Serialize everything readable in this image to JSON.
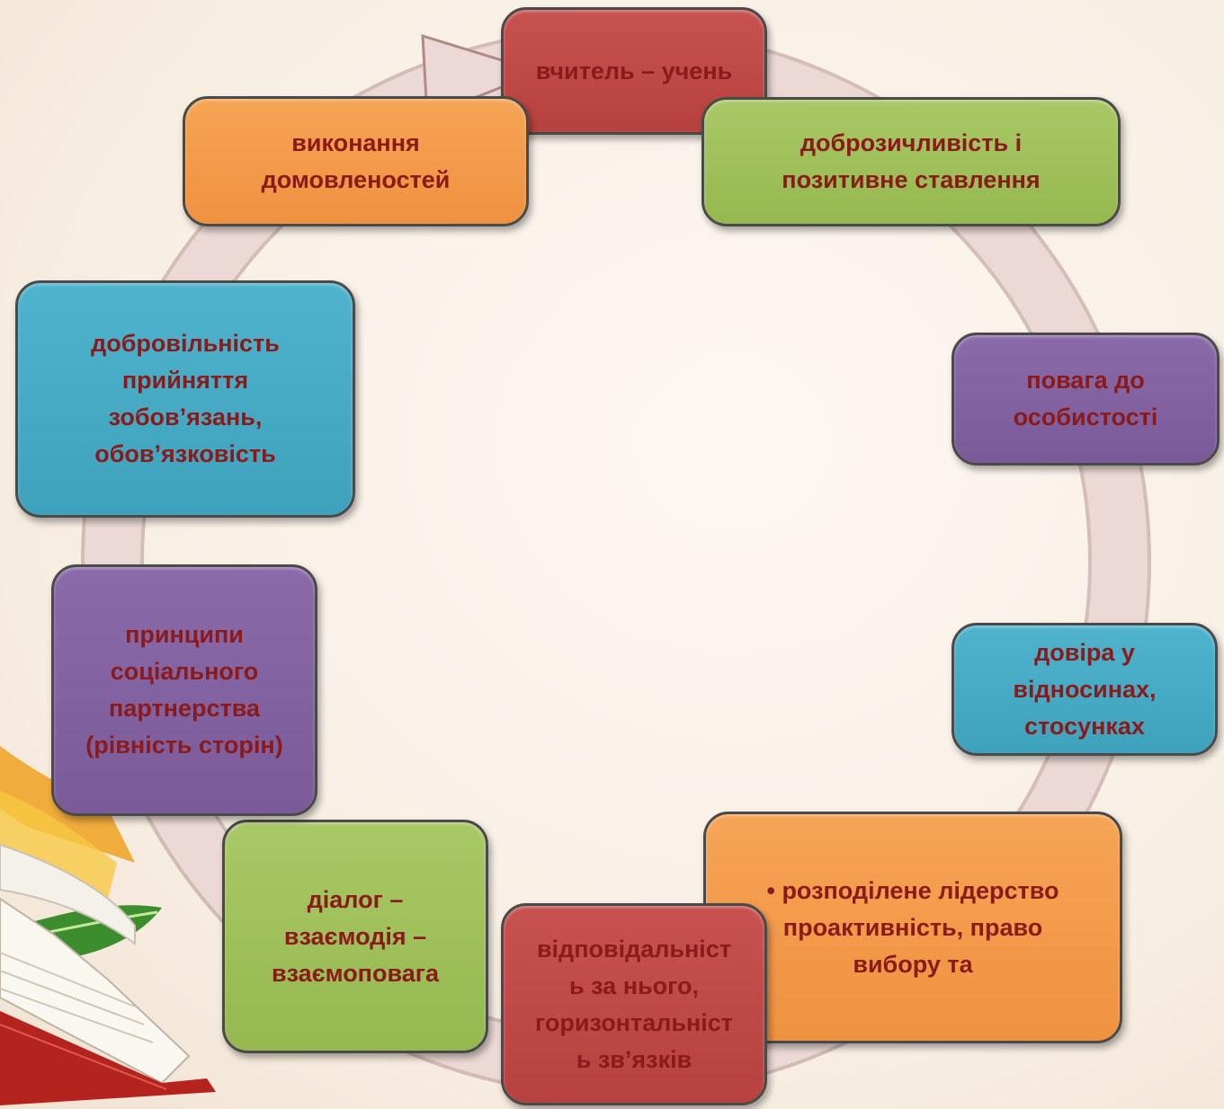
{
  "nodes": [
    {
      "id": "teacher-student",
      "text": "вчитель – учень",
      "color": "#c0504d"
    },
    {
      "id": "goodwill",
      "text": "доброзичливість і\nпозитивне ставлення",
      "color": "#9bbb59"
    },
    {
      "id": "respect-personality",
      "text": "повага до\nособистості",
      "color": "#8064a2"
    },
    {
      "id": "trust",
      "text": "довіра у\nвідносинах,\nстосунках",
      "color": "#4bacc6"
    },
    {
      "id": "distributed-leadership",
      "text": "• розподілене лідерство\nпроактивність, право\nвибору та",
      "color": "#f79646"
    },
    {
      "id": "responsibility",
      "text": "відповідальніст\nь за нього,\nгоризонтальніст\nь зв’язків",
      "color": "#c0504d"
    },
    {
      "id": "dialogue",
      "text": "діалог –\nвзаємодія –\nвзаємоповага",
      "color": "#9bbb59"
    },
    {
      "id": "social-partnership",
      "text": "принципи\nсоціального\nпартнерства\n(рівність сторін)",
      "color": "#8064a2"
    },
    {
      "id": "voluntariness",
      "text": "добровільність\nприйняття\nзобов’язань,\nобов’язковість",
      "color": "#4bacc6"
    },
    {
      "id": "agreements",
      "text": "виконання\nдомовленостей",
      "color": "#f79646"
    }
  ],
  "text_color": "#8b1a1a",
  "cycle_arrow_color": "#e3c9c9"
}
